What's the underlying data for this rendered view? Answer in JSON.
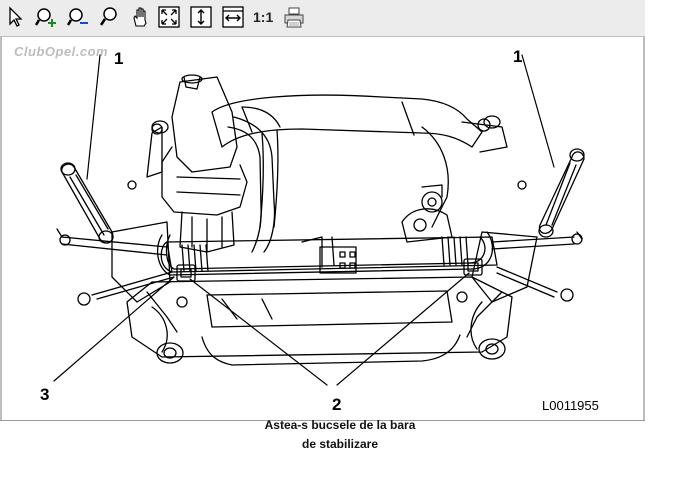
{
  "toolbar": {
    "items": [
      {
        "name": "select-tool",
        "icon": "arrow-pointer-icon"
      },
      {
        "name": "zoom-in",
        "icon": "zoom-in-icon"
      },
      {
        "name": "zoom-out",
        "icon": "zoom-out-icon"
      },
      {
        "name": "zoom",
        "icon": "magnifier-icon"
      },
      {
        "name": "pan",
        "icon": "hand-icon"
      },
      {
        "name": "fit-window",
        "icon": "fit-window-icon"
      },
      {
        "name": "fit-height",
        "icon": "fit-height-icon"
      },
      {
        "name": "fit-width",
        "icon": "fit-width-icon"
      },
      {
        "name": "actual-size",
        "icon": "one-to-one-icon"
      },
      {
        "name": "print",
        "icon": "printer-icon"
      }
    ],
    "actual_size_label": "1:1"
  },
  "watermark": "ClubOpel.com",
  "drawing": {
    "callouts": {
      "c1_left": "1",
      "c1_right": "1",
      "c2": "2",
      "c3": "3"
    },
    "figure_id": "L0011955"
  },
  "caption": {
    "line1": "Astea-s bucsele de la bara",
    "line2": "de stabilizare"
  }
}
